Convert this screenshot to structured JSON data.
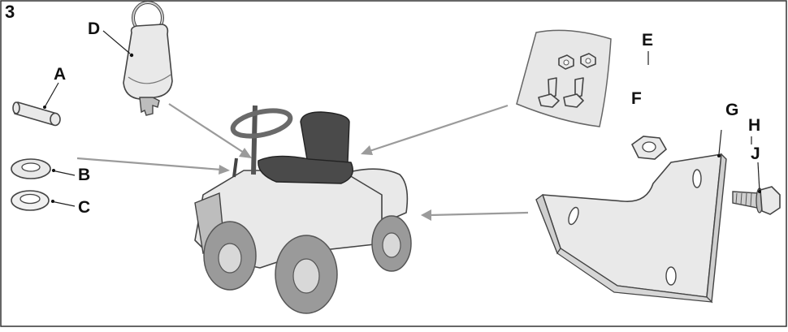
{
  "figure_number": "3",
  "labels": {
    "A": "A",
    "B": "B",
    "C": "C",
    "D": "D",
    "E": "E",
    "F": "F",
    "G": "G",
    "H": "H",
    "J": "J"
  },
  "colors": {
    "frame": "#333333",
    "arrow": "#9b9b9b",
    "part_fill": "#e9e9e9",
    "part_dark": "#4a4a4a",
    "outline": "#444444"
  },
  "icons": [
    "ride-on-mower-illustration",
    "ignition-key-icon",
    "pin-icon",
    "washer-icon",
    "nut-icon",
    "bolt-icon",
    "mounting-bracket-icon",
    "bag-of-nuts-and-bolts-icon"
  ]
}
